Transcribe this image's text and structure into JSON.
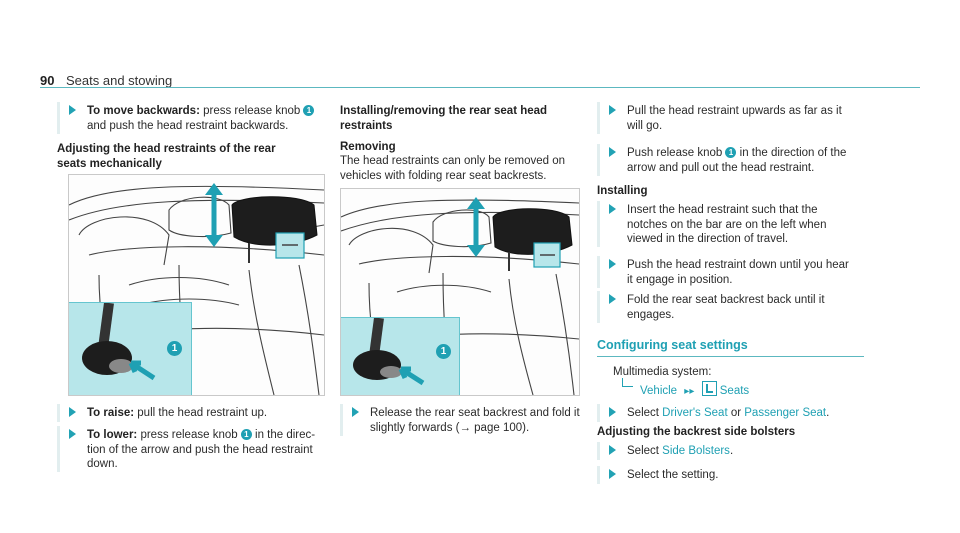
{
  "header": {
    "page_number": "90",
    "section": "Seats and stowing"
  },
  "col1": {
    "move_back": {
      "label": "To move backwards:",
      "text_a": " press release knob ",
      "knob": "1",
      "text_b": "and push the head restraint backwards."
    },
    "subheading": [
      "Adjusting the head restraints of the rear",
      "seats mechanically"
    ],
    "figure_callout": "1",
    "raise": {
      "label": "To raise:",
      "text": " pull the head restraint up."
    },
    "lower": {
      "label": "To lower:",
      "text_a": " press release knob ",
      "knob": "1",
      "text_b": " in the direc-",
      "line2": "tion of the arrow and push the head restraint",
      "line3": "down."
    }
  },
  "col2": {
    "heading": [
      "Installing/removing the rear seat head",
      "restraints"
    ],
    "subheading": "Removing",
    "paragraph": [
      "The head restraints can only be removed on",
      "vehicles with folding rear seat backrests."
    ],
    "figure_callout": "1",
    "step": {
      "line1": "Release the rear seat backrest and fold it",
      "line2": "slightly forwards (→ page 100)."
    }
  },
  "col3": {
    "steps_remove": [
      {
        "line1": "Pull the head restraint upwards as far as it",
        "line2": "will go."
      },
      {
        "line1a": "Push release knob ",
        "knob": "1",
        "line1b": " in the direction of the",
        "line2": "arrow and pull out the head restraint."
      }
    ],
    "installing_heading": "Installing",
    "steps_install": [
      {
        "lines": [
          "Insert the head restraint such that the",
          "notches on the bar are on the left when",
          "viewed in the direction of travel."
        ]
      },
      {
        "lines": [
          "Push the head restraint down until you hear",
          "it engage in position."
        ]
      },
      {
        "lines": [
          "Fold the rear seat backrest back until it",
          "engages."
        ]
      }
    ],
    "config_title": "Configuring seat settings",
    "multimedia_label": "Multimedia system:",
    "breadcrumb": {
      "item1": "Vehicle",
      "item2": "Seats"
    },
    "select_seat": {
      "prefix": "Select ",
      "opt1": "Driver's Seat",
      "mid": " or ",
      "opt2": "Passenger Seat",
      "suffix": "."
    },
    "bolsters_heading": "Adjusting the backrest side bolsters",
    "select_bolsters": {
      "prefix": "Select ",
      "opt": "Side Bolsters",
      "suffix": "."
    },
    "select_setting": "Select the setting."
  },
  "colors": {
    "accent": "#1fa0b3",
    "callout_bg": "#b7e6ea"
  }
}
